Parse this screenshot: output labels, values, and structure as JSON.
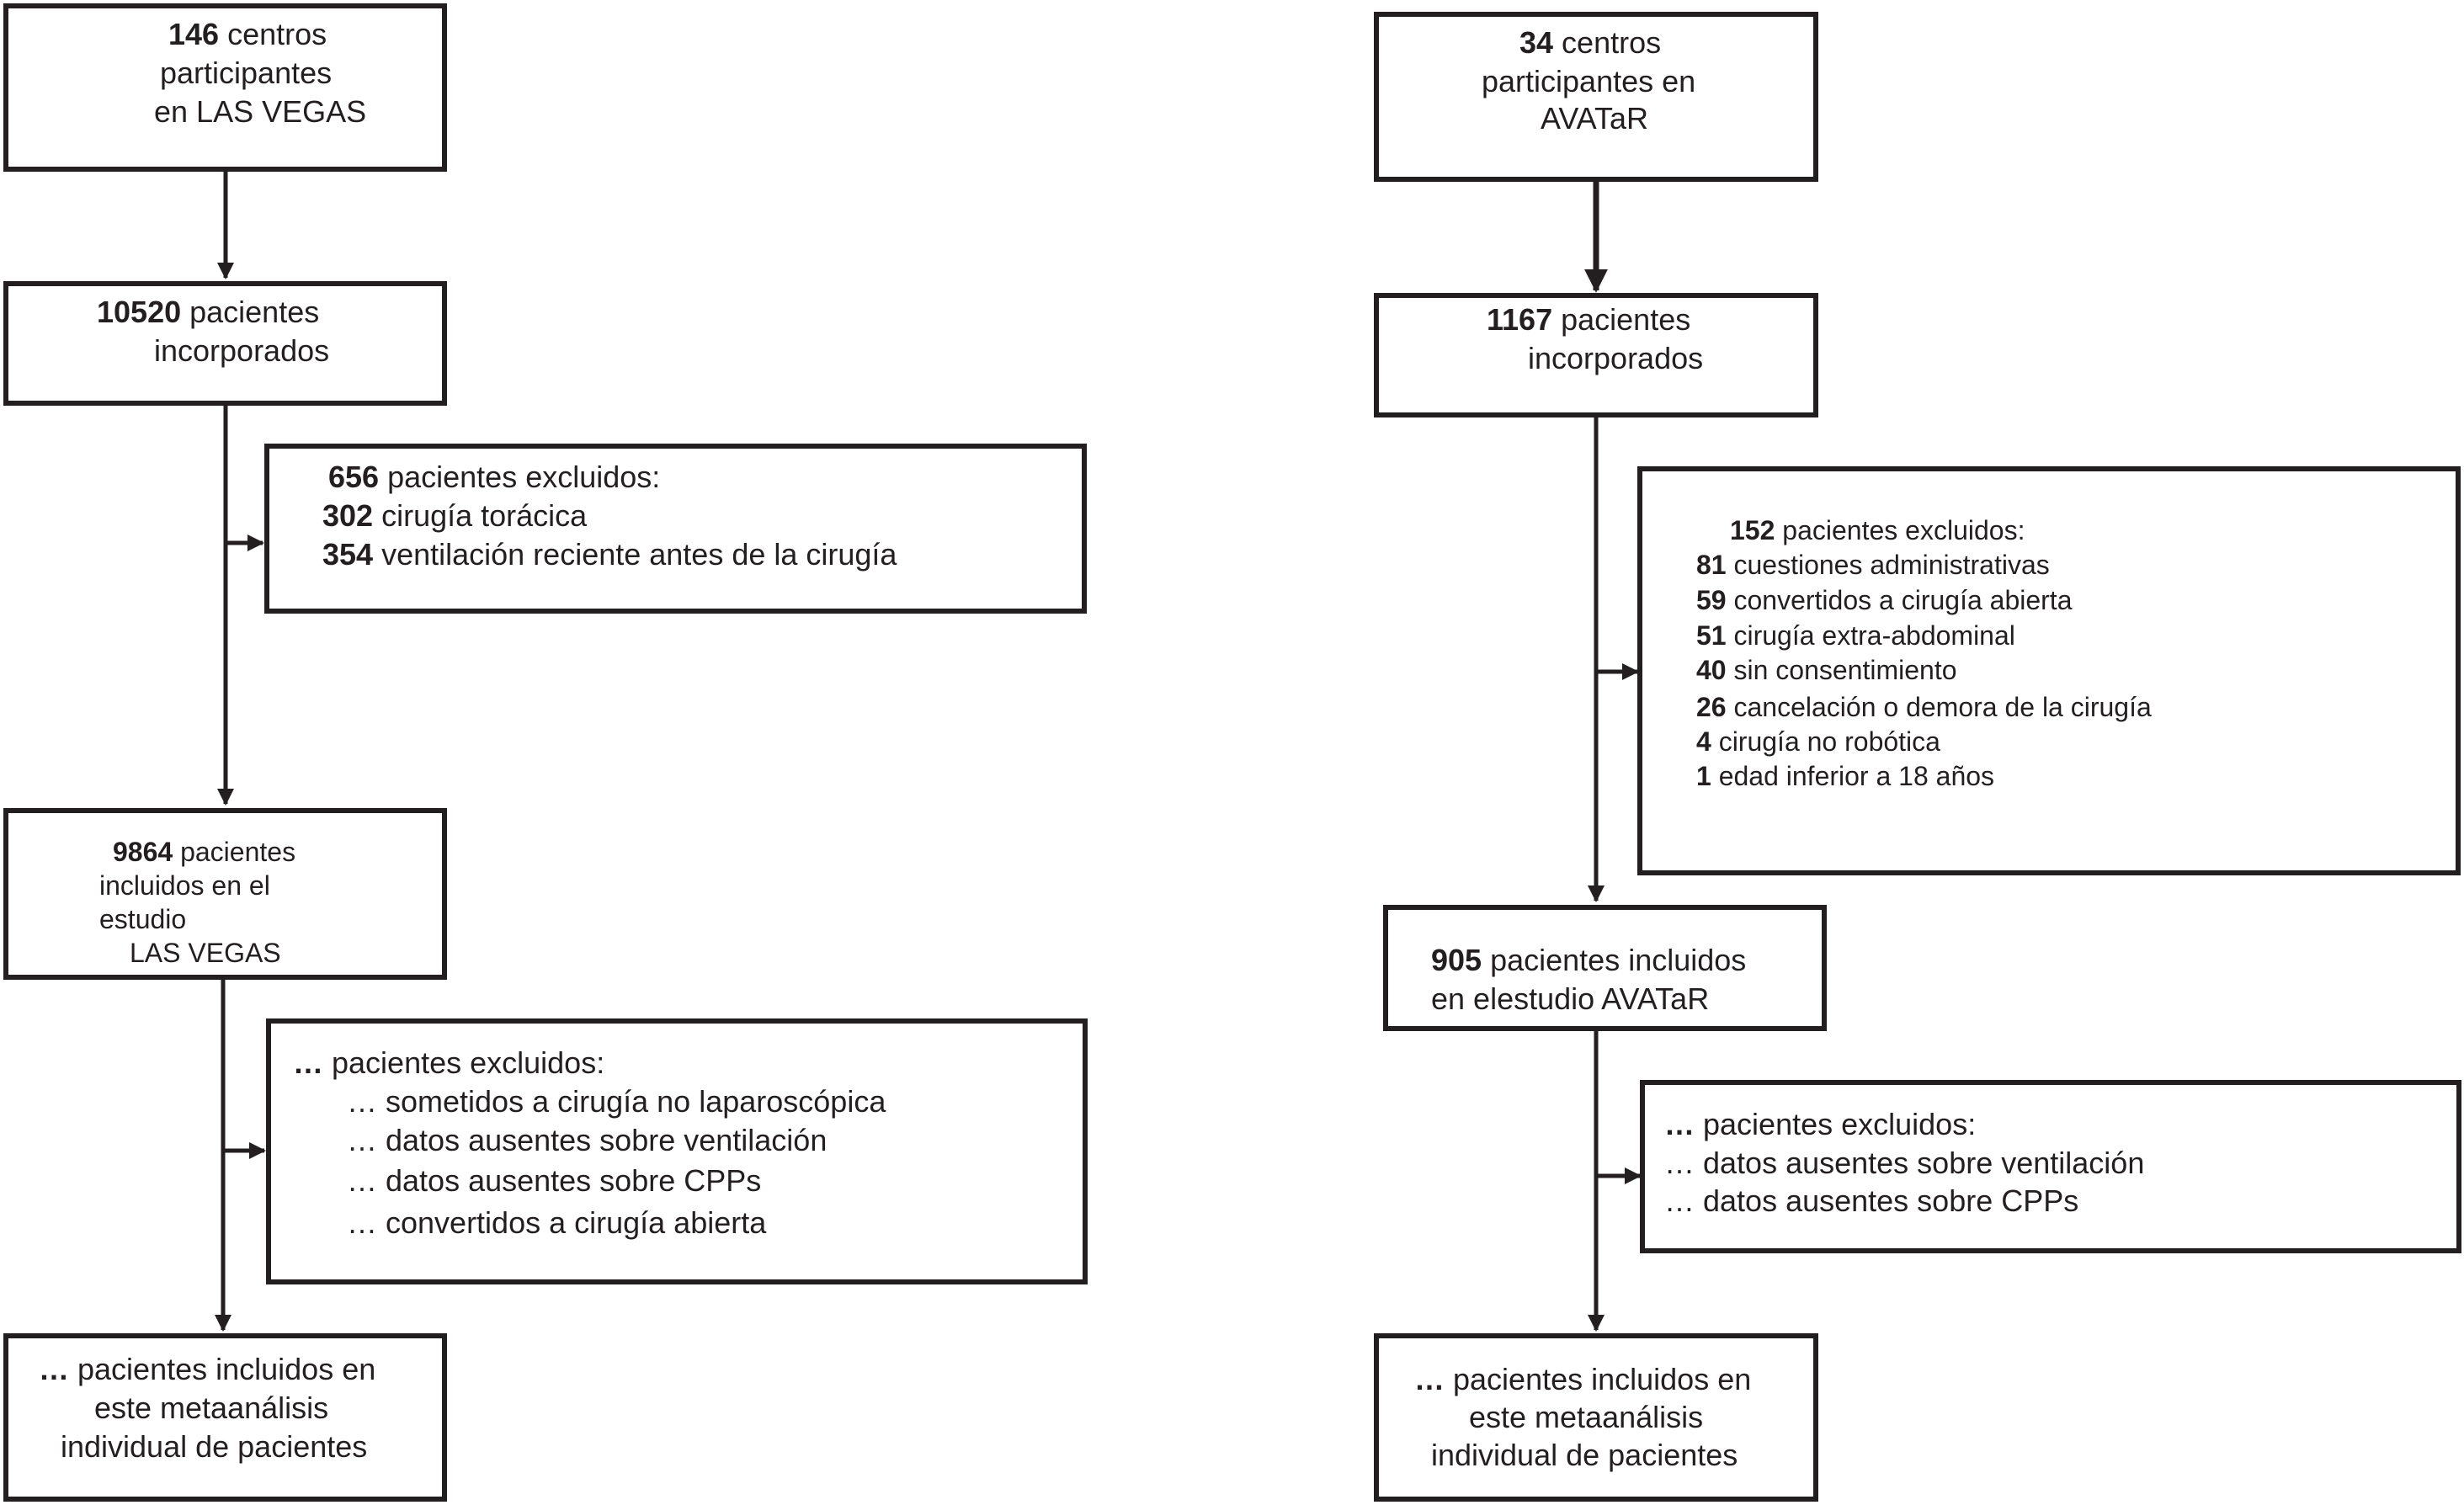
{
  "left": {
    "centers": {
      "num": "146",
      "l1": " centros",
      "l2": "participantes",
      "l3": "en LAS VEGAS"
    },
    "incorporated": {
      "num": "10520",
      "l1": " pacientes",
      "l2": "incorporados"
    },
    "excluded1": {
      "head_num": "656",
      "head": " pacientes excluidos:",
      "items": [
        {
          "num": "302",
          "text": " cirugía torácica"
        },
        {
          "num": "354",
          "text": " ventilación reciente antes de la cirugía"
        }
      ]
    },
    "included": {
      "num": "9864",
      "l1": " pacientes",
      "l2": "incluidos en el",
      "l3": "estudio",
      "l4": "LAS VEGAS"
    },
    "excluded2": {
      "head_num": "…",
      "head": " pacientes excluidos:",
      "items": [
        "… sometidos a cirugía no laparoscópica",
        "… datos ausentes sobre ventilación",
        "… datos ausentes sobre CPPs",
        "… convertidos a cirugía abierta"
      ]
    },
    "final": {
      "num": "…",
      "l1": " pacientes incluidos en",
      "l2": "este metaanálisis",
      "l3": "individual de pacientes"
    }
  },
  "right": {
    "centers": {
      "num": "34",
      "l1": " centros",
      "l2": "participantes en",
      "l3": "AVATaR"
    },
    "incorporated": {
      "num": "1167",
      "l1": " pacientes",
      "l2": "incorporados"
    },
    "excluded1": {
      "head_num": "152",
      "head": " pacientes excluidos:",
      "items": [
        {
          "num": "81",
          "text": " cuestiones administrativas"
        },
        {
          "num": "59",
          "text": " convertidos a cirugía abierta"
        },
        {
          "num": "51",
          "text": " cirugía extra-abdominal"
        },
        {
          "num": "40",
          "text": " sin consentimiento"
        },
        {
          "num": "26",
          "text": " cancelación o demora de la cirugía"
        },
        {
          "num": "4",
          "text": " cirugía no robótica"
        },
        {
          "num": "1",
          "text": " edad inferior a 18 años"
        }
      ]
    },
    "included": {
      "num": "905",
      "l1": " pacientes incluidos",
      "l2": "en elestudio AVATaR"
    },
    "excluded2": {
      "head_num": "…",
      "head": " pacientes excluidos:",
      "items": [
        "… datos ausentes sobre ventilación",
        "… datos ausentes sobre CPPs"
      ]
    },
    "final": {
      "num": "…",
      "l1": " pacientes incluidos en",
      "l2": "este metaanálisis",
      "l3": "individual de pacientes"
    }
  }
}
